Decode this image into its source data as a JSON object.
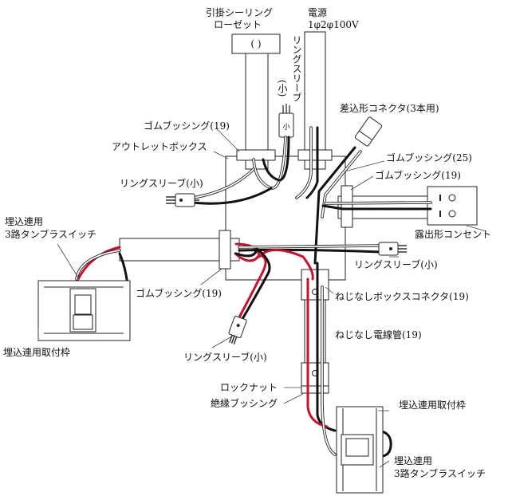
{
  "labels": {
    "ceiling_rosette": "引掛シーリング",
    "ceiling_rosette_2": "ローゼット",
    "rosette_symbol": "(   )",
    "power_source": "電源",
    "power_spec": "1φ2φ100V",
    "ring_sleeve_top": "リングスリーブ",
    "ring_sleeve_top_size": "(小)",
    "sleeve_mark": "小",
    "push_in_connector": "差込形コネクタ(3本用)",
    "rubber_bushing_19_top": "ゴムブッシング(19)",
    "outlet_box": "アウトレットボックス",
    "rubber_bushing_25": "ゴムブッシング(25)",
    "rubber_bushing_19_right": "ゴムブッシング(19)",
    "ring_sleeve_left": "リングスリーブ(小)",
    "exposed_outlet": "露出形コンセント",
    "embedded_3way_switch_left_1": "埋込連用",
    "embedded_3way_switch_left_2": "3路タンブラスイッチ",
    "ring_sleeve_right": "リングスリーブ(小)",
    "rubber_bushing_19_bottom": "ゴムブッシング(19)",
    "screwless_box_connector": "ねじなしボックスコネクタ(19)",
    "embedded_frame_left": "埋込連用取付枠",
    "screwless_conduit": "ねじなし電線管(19)",
    "ring_sleeve_bottom": "リングスリーブ(小)",
    "locknut": "ロックナット",
    "insulating_bushing": "絶縁ブッシング",
    "embedded_frame_right": "埋込連用取付枠",
    "embedded_3way_switch_right_1": "埋込連用",
    "embedded_3way_switch_right_2": "3路タンブラスイッチ"
  },
  "colors": {
    "black_wire": "#111111",
    "red_wire": "#c8102e",
    "white_wire": "#ffffff",
    "outline": "#222222"
  }
}
